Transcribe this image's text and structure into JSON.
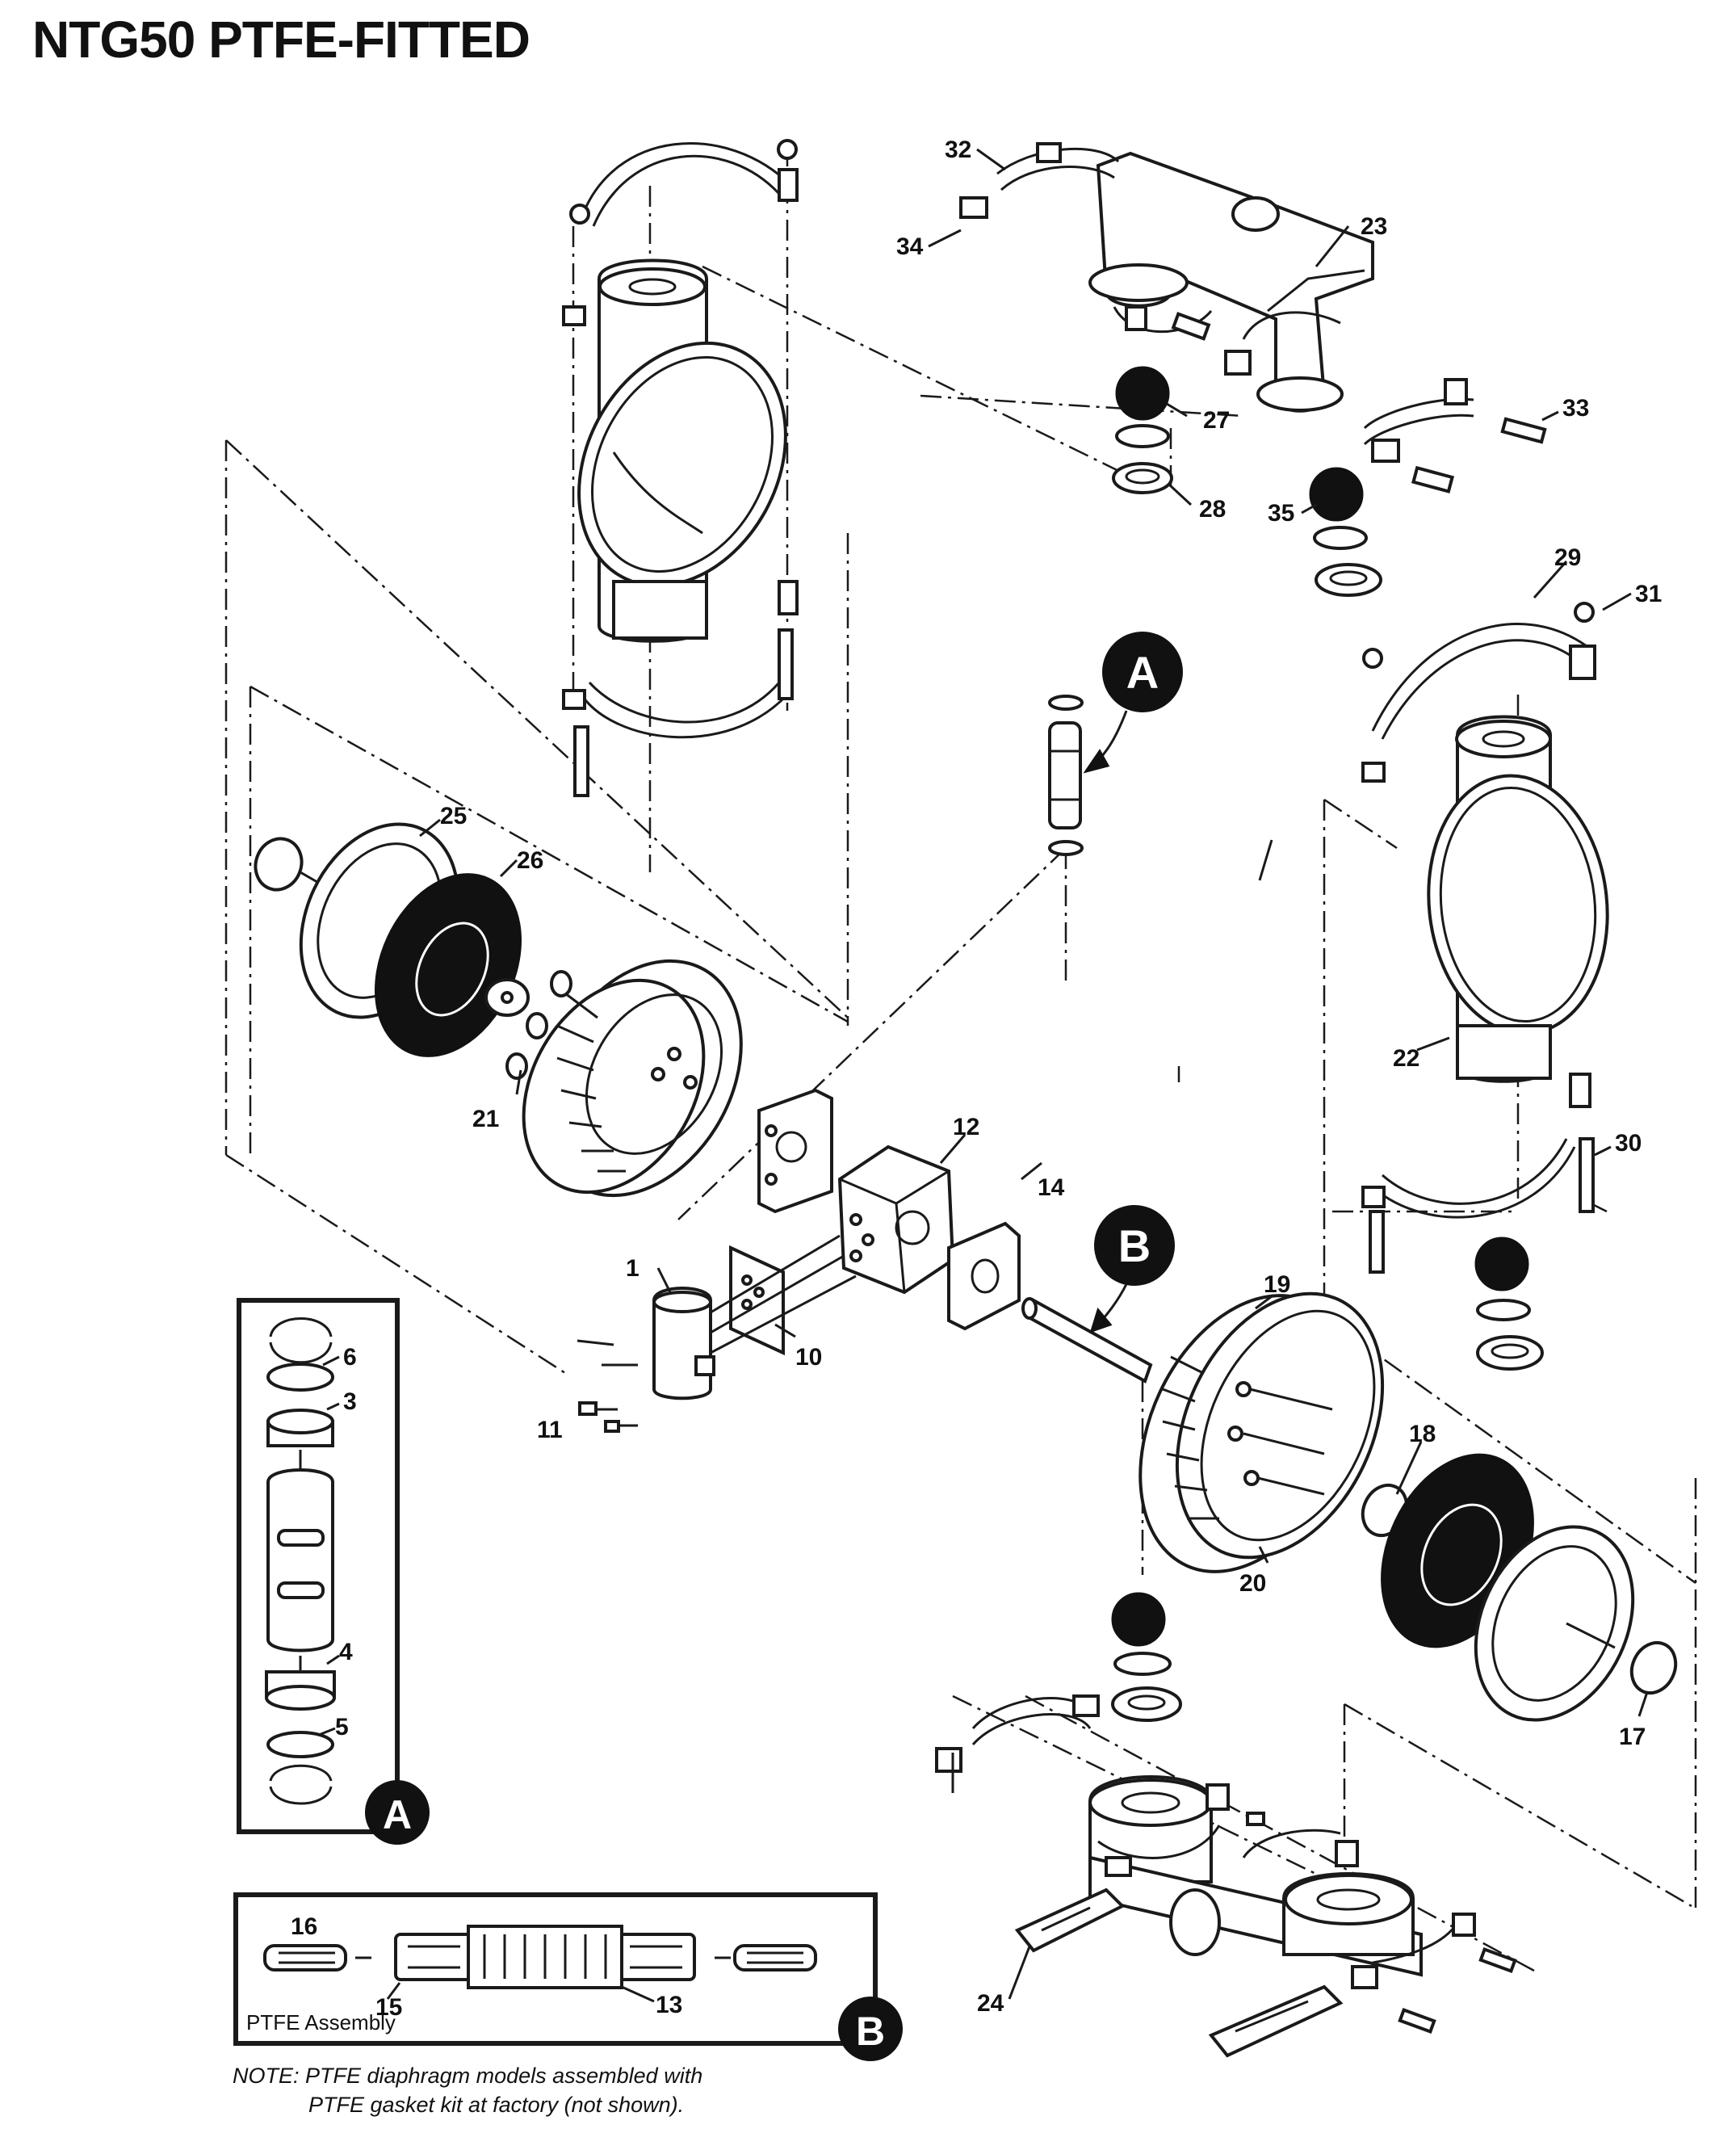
{
  "title": "NTG50 PTFE-FITTED",
  "callouts": {
    "a": "A",
    "b": "B"
  },
  "detail_a": {
    "label": "A",
    "parts": [
      "6",
      "3",
      "4",
      "5"
    ]
  },
  "detail_b": {
    "label": "B",
    "caption": "PTFE Assembly",
    "parts": [
      "16",
      "15",
      "13"
    ]
  },
  "part_numbers": [
    "1",
    "10",
    "11",
    "12",
    "14",
    "17",
    "18",
    "19",
    "20",
    "21",
    "22",
    "23",
    "24",
    "25",
    "26",
    "27",
    "28",
    "29",
    "30",
    "31",
    "32",
    "33",
    "34",
    "35"
  ],
  "note": {
    "line1": "NOTE: PTFE diaphragm models assembled with",
    "line2": "PTFE gasket kit at factory (not shown)."
  }
}
